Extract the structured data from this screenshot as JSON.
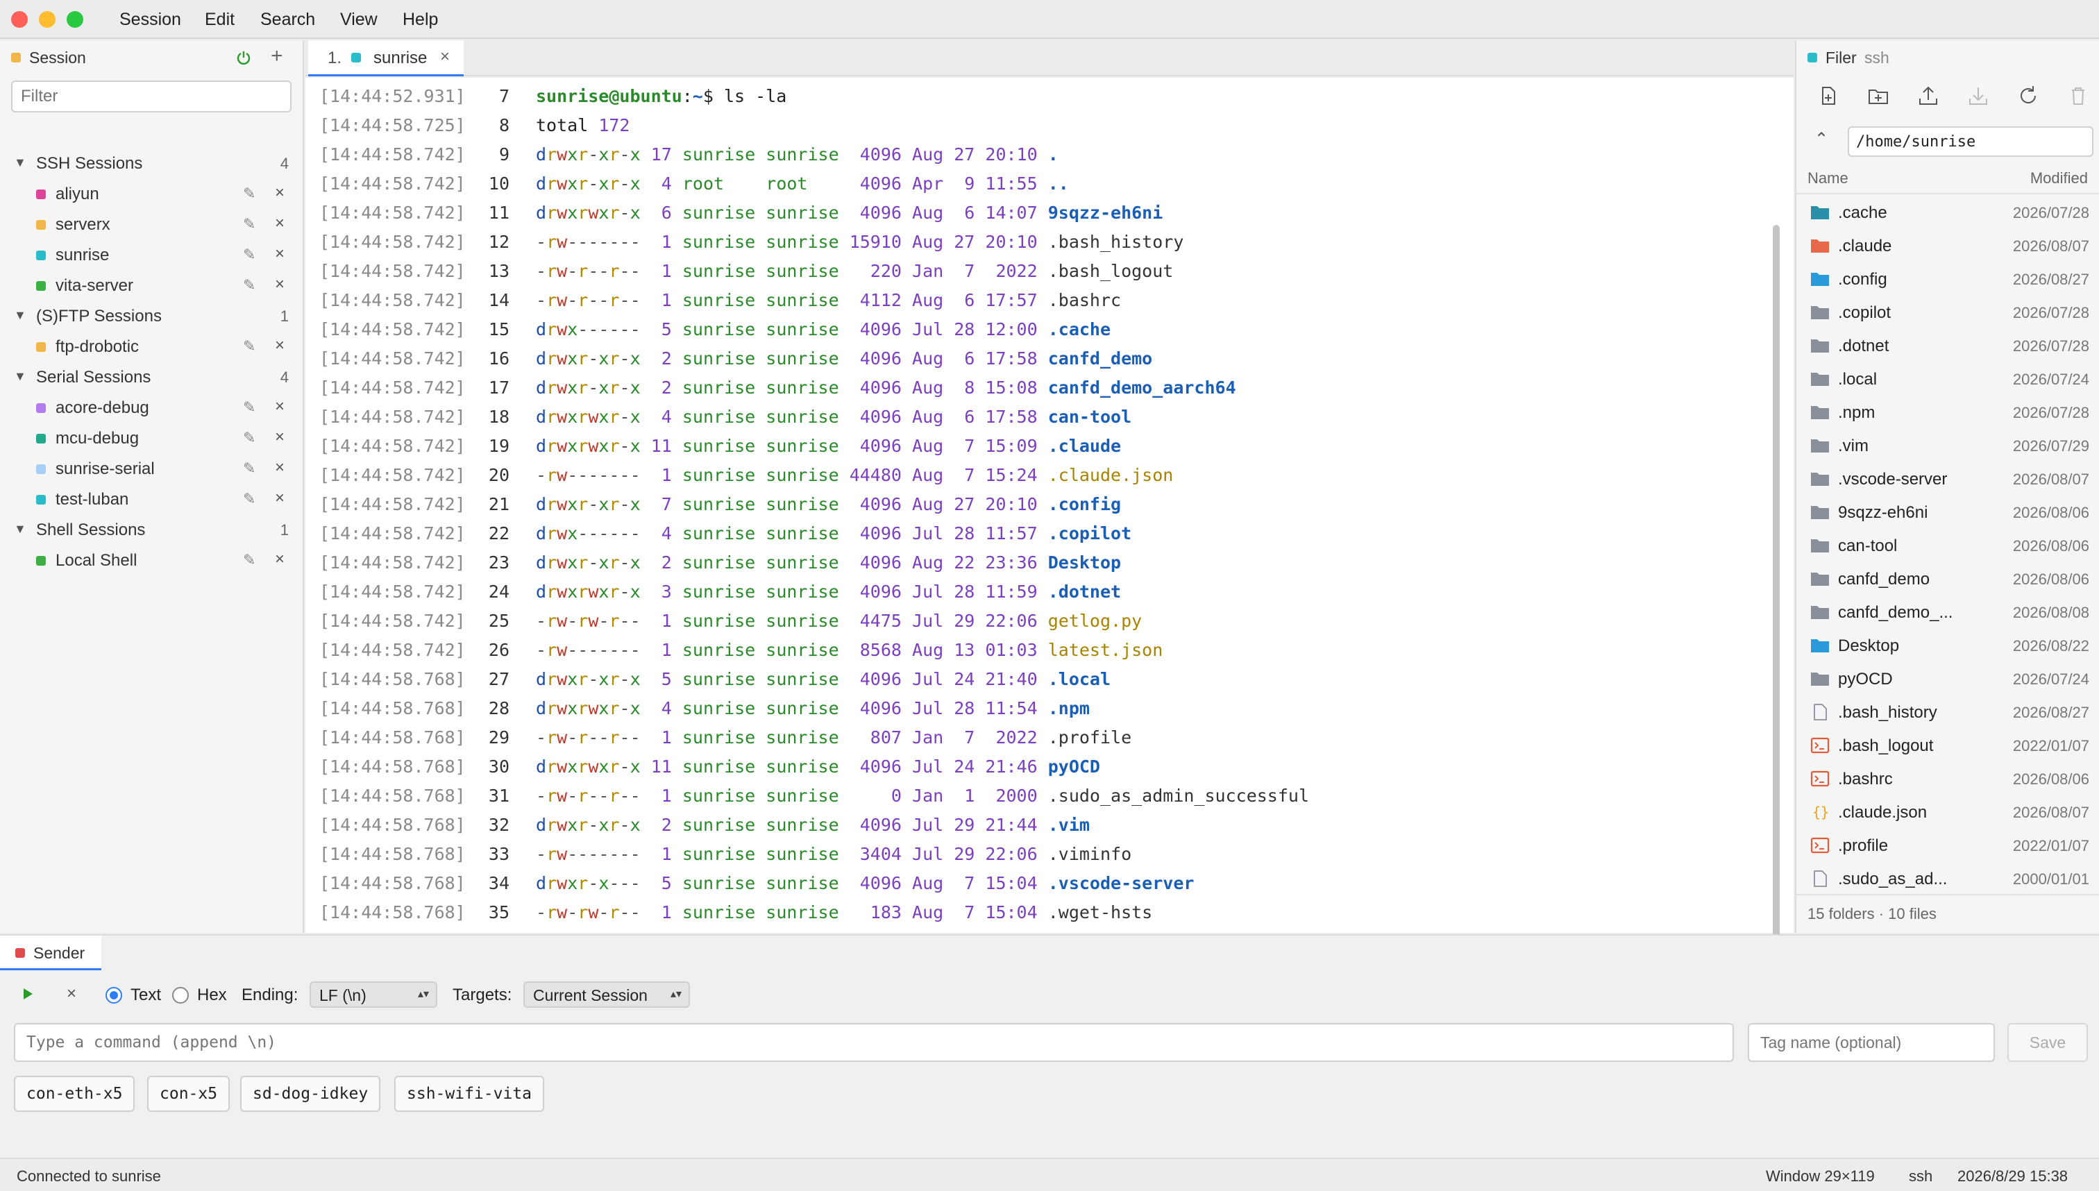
{
  "menu": [
    "Session",
    "Edit",
    "Search",
    "View",
    "Help"
  ],
  "sidebar": {
    "title": "Session",
    "filter_placeholder": "Filter",
    "groups": [
      {
        "label": "SSH Sessions",
        "count": "4",
        "items": [
          {
            "label": "aliyun",
            "color": "#e0439a"
          },
          {
            "label": "serverx",
            "color": "#f0b64a"
          },
          {
            "label": "sunrise",
            "color": "#2bbcc9"
          },
          {
            "label": "vita-server",
            "color": "#3cb043"
          }
        ]
      },
      {
        "label": "(S)FTP Sessions",
        "count": "1",
        "items": [
          {
            "label": "ftp-drobotic",
            "color": "#f0b64a"
          }
        ]
      },
      {
        "label": "Serial Sessions",
        "count": "4",
        "items": [
          {
            "label": "acore-debug",
            "color": "#b57cf0"
          },
          {
            "label": "mcu-debug",
            "color": "#23a88c"
          },
          {
            "label": "sunrise-serial",
            "color": "#a6d0f5"
          },
          {
            "label": "test-luban",
            "color": "#2bbcc9"
          }
        ]
      },
      {
        "label": "Shell Sessions",
        "count": "1",
        "items": [
          {
            "label": "Local Shell",
            "color": "#3cb043"
          }
        ]
      }
    ]
  },
  "tab": {
    "num": "1.",
    "name": "sunrise",
    "close": "×"
  },
  "terminal": {
    "prompt_user": "sunrise@ubuntu",
    "prompt_sep": ":",
    "prompt_path": "~",
    "prompt_end": "$ ",
    "command": "ls -la",
    "lines": [
      {
        "ts": "[14:44:52.931]",
        "ln": "7",
        "kind": "prompt"
      },
      {
        "ts": "[14:44:58.725]",
        "ln": "8",
        "kind": "total",
        "text": "total ",
        "num": "172"
      },
      {
        "ts": "[14:44:58.742]",
        "ln": "9",
        "perm": "drwxr-xr-x",
        "links": "17",
        "user": "sunrise",
        "group": "sunrise",
        "size": " 4096",
        "date": "Aug 27 20:10",
        "name": ".",
        "type": "dir"
      },
      {
        "ts": "[14:44:58.742]",
        "ln": "10",
        "perm": "drwxr-xr-x",
        "links": " 4",
        "user": "root   ",
        "group": "root   ",
        "size": " 4096",
        "date": "Apr  9 11:55",
        "name": "..",
        "type": "dir"
      },
      {
        "ts": "[14:44:58.742]",
        "ln": "11",
        "perm": "drwxrwxr-x",
        "links": " 6",
        "user": "sunrise",
        "group": "sunrise",
        "size": " 4096",
        "date": "Aug  6 14:07",
        "name": "9sqzz-eh6ni",
        "type": "dir"
      },
      {
        "ts": "[14:44:58.742]",
        "ln": "12",
        "perm": "-rw-------",
        "links": " 1",
        "user": "sunrise",
        "group": "sunrise",
        "size": "15910",
        "date": "Aug 27 20:10",
        "name": ".bash_history",
        "type": "file"
      },
      {
        "ts": "[14:44:58.742]",
        "ln": "13",
        "perm": "-rw-r--r--",
        "links": " 1",
        "user": "sunrise",
        "group": "sunrise",
        "size": "  220",
        "date": "Jan  7  2022",
        "name": ".bash_logout",
        "type": "file"
      },
      {
        "ts": "[14:44:58.742]",
        "ln": "14",
        "perm": "-rw-r--r--",
        "links": " 1",
        "user": "sunrise",
        "group": "sunrise",
        "size": " 4112",
        "date": "Aug  6 17:57",
        "name": ".bashrc",
        "type": "file"
      },
      {
        "ts": "[14:44:58.742]",
        "ln": "15",
        "perm": "drwx------",
        "links": " 5",
        "user": "sunrise",
        "group": "sunrise",
        "size": " 4096",
        "date": "Jul 28 12:00",
        "name": ".cache",
        "type": "dir"
      },
      {
        "ts": "[14:44:58.742]",
        "ln": "16",
        "perm": "drwxr-xr-x",
        "links": " 2",
        "user": "sunrise",
        "group": "sunrise",
        "size": " 4096",
        "date": "Aug  6 17:58",
        "name": "canfd_demo",
        "type": "dir"
      },
      {
        "ts": "[14:44:58.742]",
        "ln": "17",
        "perm": "drwxr-xr-x",
        "links": " 2",
        "user": "sunrise",
        "group": "sunrise",
        "size": " 4096",
        "date": "Aug  8 15:08",
        "name": "canfd_demo_aarch64",
        "type": "dir"
      },
      {
        "ts": "[14:44:58.742]",
        "ln": "18",
        "perm": "drwxrwxr-x",
        "links": " 4",
        "user": "sunrise",
        "group": "sunrise",
        "size": " 4096",
        "date": "Aug  6 17:58",
        "name": "can-tool",
        "type": "dir"
      },
      {
        "ts": "[14:44:58.742]",
        "ln": "19",
        "perm": "drwxrwxr-x",
        "links": "11",
        "user": "sunrise",
        "group": "sunrise",
        "size": " 4096",
        "date": "Aug  7 15:09",
        "name": ".claude",
        "type": "dir"
      },
      {
        "ts": "[14:44:58.742]",
        "ln": "20",
        "perm": "-rw-------",
        "links": " 1",
        "user": "sunrise",
        "group": "sunrise",
        "size": "44480",
        "date": "Aug  7 15:24",
        "name": ".claude.json",
        "type": "special"
      },
      {
        "ts": "[14:44:58.742]",
        "ln": "21",
        "perm": "drwxr-xr-x",
        "links": " 7",
        "user": "sunrise",
        "group": "sunrise",
        "size": " 4096",
        "date": "Aug 27 20:10",
        "name": ".config",
        "type": "dir"
      },
      {
        "ts": "[14:44:58.742]",
        "ln": "22",
        "perm": "drwx------",
        "links": " 4",
        "user": "sunrise",
        "group": "sunrise",
        "size": " 4096",
        "date": "Jul 28 11:57",
        "name": ".copilot",
        "type": "dir"
      },
      {
        "ts": "[14:44:58.742]",
        "ln": "23",
        "perm": "drwxr-xr-x",
        "links": " 2",
        "user": "sunrise",
        "group": "sunrise",
        "size": " 4096",
        "date": "Aug 22 23:36",
        "name": "Desktop",
        "type": "dir"
      },
      {
        "ts": "[14:44:58.742]",
        "ln": "24",
        "perm": "drwxrwxr-x",
        "links": " 3",
        "user": "sunrise",
        "group": "sunrise",
        "size": " 4096",
        "date": "Jul 28 11:59",
        "name": ".dotnet",
        "type": "dir"
      },
      {
        "ts": "[14:44:58.742]",
        "ln": "25",
        "perm": "-rw-rw-r--",
        "links": " 1",
        "user": "sunrise",
        "group": "sunrise",
        "size": " 4475",
        "date": "Jul 29 22:06",
        "name": "getlog.py",
        "type": "special"
      },
      {
        "ts": "[14:44:58.742]",
        "ln": "26",
        "perm": "-rw-------",
        "links": " 1",
        "user": "sunrise",
        "group": "sunrise",
        "size": " 8568",
        "date": "Aug 13 01:03",
        "name": "latest.json",
        "type": "special"
      },
      {
        "ts": "[14:44:58.768]",
        "ln": "27",
        "perm": "drwxr-xr-x",
        "links": " 5",
        "user": "sunrise",
        "group": "sunrise",
        "size": " 4096",
        "date": "Jul 24 21:40",
        "name": ".local",
        "type": "dir"
      },
      {
        "ts": "[14:44:58.768]",
        "ln": "28",
        "perm": "drwxrwxr-x",
        "links": " 4",
        "user": "sunrise",
        "group": "sunrise",
        "size": " 4096",
        "date": "Jul 28 11:54",
        "name": ".npm",
        "type": "dir"
      },
      {
        "ts": "[14:44:58.768]",
        "ln": "29",
        "perm": "-rw-r--r--",
        "links": " 1",
        "user": "sunrise",
        "group": "sunrise",
        "size": "  807",
        "date": "Jan  7  2022",
        "name": ".profile",
        "type": "file"
      },
      {
        "ts": "[14:44:58.768]",
        "ln": "30",
        "perm": "drwxrwxr-x",
        "links": "11",
        "user": "sunrise",
        "group": "sunrise",
        "size": " 4096",
        "date": "Jul 24 21:46",
        "name": "pyOCD",
        "type": "dir"
      },
      {
        "ts": "[14:44:58.768]",
        "ln": "31",
        "perm": "-rw-r--r--",
        "links": " 1",
        "user": "sunrise",
        "group": "sunrise",
        "size": "    0",
        "date": "Jan  1  2000",
        "name": ".sudo_as_admin_successful",
        "type": "file"
      },
      {
        "ts": "[14:44:58.768]",
        "ln": "32",
        "perm": "drwxr-xr-x",
        "links": " 2",
        "user": "sunrise",
        "group": "sunrise",
        "size": " 4096",
        "date": "Jul 29 21:44",
        "name": ".vim",
        "type": "dir"
      },
      {
        "ts": "[14:44:58.768]",
        "ln": "33",
        "perm": "-rw-------",
        "links": " 1",
        "user": "sunrise",
        "group": "sunrise",
        "size": " 3404",
        "date": "Jul 29 22:06",
        "name": ".viminfo",
        "type": "file"
      },
      {
        "ts": "[14:44:58.768]",
        "ln": "34",
        "perm": "drwxr-x---",
        "links": " 5",
        "user": "sunrise",
        "group": "sunrise",
        "size": " 4096",
        "date": "Aug  7 15:04",
        "name": ".vscode-server",
        "type": "dir"
      },
      {
        "ts": "[14:44:58.768]",
        "ln": "35",
        "perm": "-rw-rw-r--",
        "links": " 1",
        "user": "sunrise",
        "group": "sunrise",
        "size": "  183",
        "date": "Aug  7 15:04",
        "name": ".wget-hsts",
        "type": "file"
      }
    ]
  },
  "filer": {
    "title": "Filer",
    "subtitle": "ssh",
    "path": "/home/sunrise",
    "col_name": "Name",
    "col_modified": "Modified",
    "items": [
      {
        "name": ".cache",
        "date": "2026/07/28",
        "icon": "folder-cache-icon",
        "color": "#2a8fa8"
      },
      {
        "name": ".claude",
        "date": "2026/08/07",
        "icon": "folder-claude-icon",
        "color": "#e8684a"
      },
      {
        "name": ".config",
        "date": "2026/08/27",
        "icon": "folder-config-icon",
        "color": "#2a9ad8"
      },
      {
        "name": ".copilot",
        "date": "2026/07/28",
        "icon": "folder-icon",
        "color": "#8a9099"
      },
      {
        "name": ".dotnet",
        "date": "2026/07/28",
        "icon": "folder-icon",
        "color": "#8a9099"
      },
      {
        "name": ".local",
        "date": "2026/07/24",
        "icon": "folder-icon",
        "color": "#8a9099"
      },
      {
        "name": ".npm",
        "date": "2026/07/28",
        "icon": "folder-icon",
        "color": "#8a9099"
      },
      {
        "name": ".vim",
        "date": "2026/07/29",
        "icon": "folder-icon",
        "color": "#8a9099"
      },
      {
        "name": ".vscode-server",
        "date": "2026/08/07",
        "icon": "folder-icon",
        "color": "#8a9099"
      },
      {
        "name": "9sqzz-eh6ni",
        "date": "2026/08/06",
        "icon": "folder-icon",
        "color": "#8a9099"
      },
      {
        "name": "can-tool",
        "date": "2026/08/06",
        "icon": "folder-icon",
        "color": "#8a9099"
      },
      {
        "name": "canfd_demo",
        "date": "2026/08/06",
        "icon": "folder-icon",
        "color": "#8a9099"
      },
      {
        "name": "canfd_demo_...",
        "date": "2026/08/08",
        "icon": "folder-icon",
        "color": "#8a9099"
      },
      {
        "name": "Desktop",
        "date": "2026/08/22",
        "icon": "folder-desktop-icon",
        "color": "#2a9ad8"
      },
      {
        "name": "pyOCD",
        "date": "2026/07/24",
        "icon": "folder-icon",
        "color": "#8a9099"
      },
      {
        "name": ".bash_history",
        "date": "2026/08/27",
        "icon": "file-icon",
        "color": "#8a9099"
      },
      {
        "name": ".bash_logout",
        "date": "2022/01/07",
        "icon": "terminal-file-icon",
        "color": "#e85a3a"
      },
      {
        "name": ".bashrc",
        "date": "2026/08/06",
        "icon": "terminal-file-icon",
        "color": "#e85a3a"
      },
      {
        "name": ".claude.json",
        "date": "2026/08/07",
        "icon": "json-file-icon",
        "color": "#e8a317"
      },
      {
        "name": ".profile",
        "date": "2022/01/07",
        "icon": "terminal-file-icon",
        "color": "#e85a3a"
      },
      {
        "name": ".sudo_as_ad...",
        "date": "2000/01/01",
        "icon": "file-icon",
        "color": "#8a9099"
      }
    ],
    "footer": "15 folders · 10 files"
  },
  "sender": {
    "tab_label": "Sender",
    "text_label": "Text",
    "hex_label": "Hex",
    "ending_label": "Ending:",
    "ending_value": "LF (\\n)",
    "targets_label": "Targets:",
    "targets_value": "Current Session",
    "input_placeholder": "Type a command (append \\n)",
    "tag_placeholder": "Tag name (optional)",
    "save_label": "Save",
    "quick": [
      "con-eth-x5",
      "con-x5",
      "sd-dog-idkey",
      "ssh-wifi-vita"
    ]
  },
  "status": {
    "left": "Connected to sunrise",
    "window": "Window 29×119",
    "proto": "ssh",
    "datetime": "2026/8/29 15:38"
  }
}
